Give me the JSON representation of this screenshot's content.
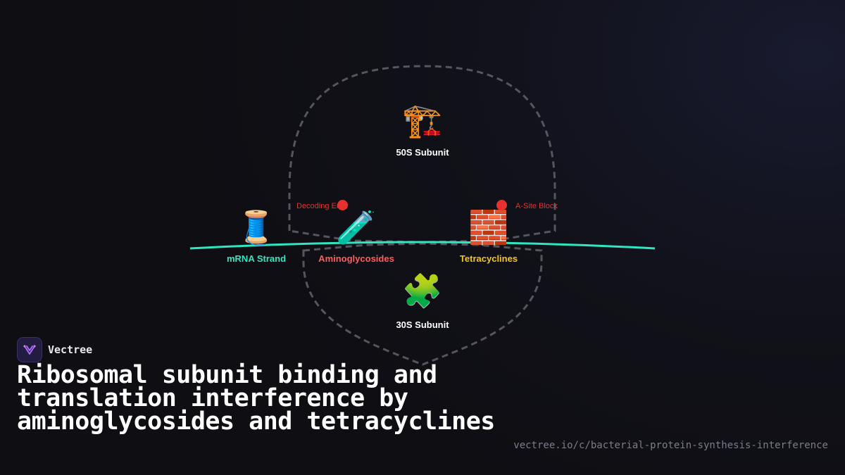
{
  "diagram": {
    "nodes": {
      "large_subunit": {
        "icon": "construction-crane-icon",
        "glyph": "🏗️",
        "label": "50S Subunit",
        "color": "#ffffff"
      },
      "small_subunit": {
        "icon": "puzzle-piece-icon",
        "glyph": "🧩",
        "label": "30S Subunit",
        "color": "#ffffff"
      },
      "mrna": {
        "icon": "thread-spool-icon",
        "glyph": "🧵",
        "label": "mRNA Strand",
        "color": "#2ee6c0"
      },
      "aminoglycosides": {
        "icon": "test-tube-icon",
        "glyph": "🧪",
        "label": "Aminoglycosides",
        "color": "#ff5c5c"
      },
      "tetracyclines": {
        "icon": "brick-wall-icon",
        "glyph": "🧱",
        "label": "Tetracyclines",
        "color": "#f5c518"
      }
    },
    "effects": {
      "aminoglycosides": {
        "label": "Decoding Error",
        "color": "#e8312e"
      },
      "tetracyclines": {
        "label": "A-Site Block",
        "color": "#e8312e"
      }
    },
    "strand_color": "#2ee6c0",
    "outline_color": "#555560"
  },
  "footer": {
    "brand_name": "Vectree",
    "title": "Ribosomal subunit binding and translation interference by aminoglycosides and tetracyclines",
    "url": "vectree.io/c/bacterial-protein-synthesis-interference"
  }
}
